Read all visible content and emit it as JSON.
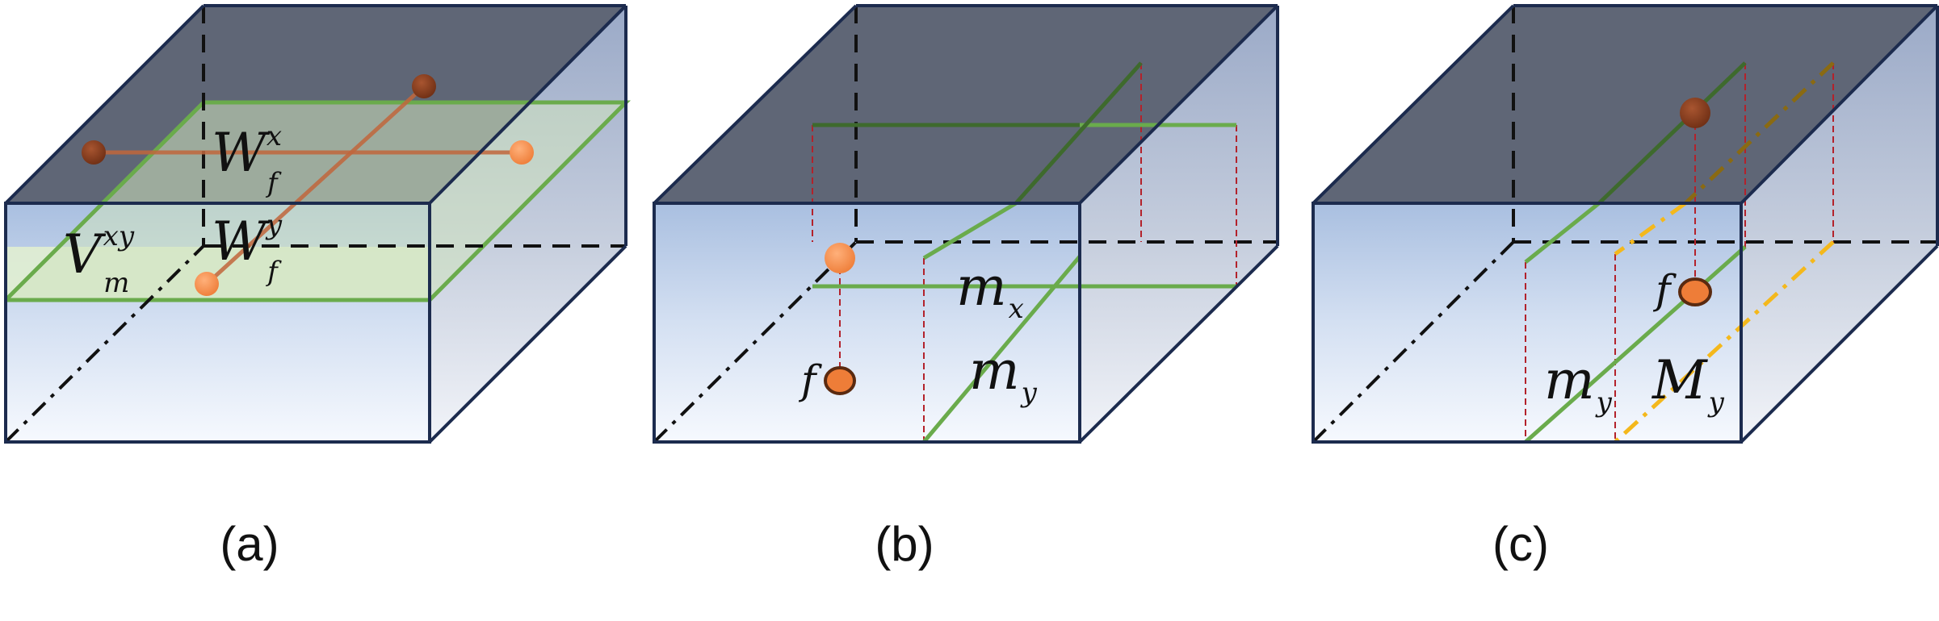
{
  "colors": {
    "top_face": "#636a78",
    "edge": "#1c2b4e",
    "plane_fill": "#dfeed1",
    "plane_edge": "#6aab4c",
    "green_dark": "#3e6a2d",
    "green_light": "#6aab4c",
    "orange": "#ee7d38",
    "brown": "#7a3517",
    "red_dashed": "#b3222b",
    "yellow_dashdot": "#f4b81c"
  },
  "panels": [
    {
      "caption": "(a)",
      "labels": {
        "wfx": {
          "base": "W",
          "sub": "f",
          "sup": "x"
        },
        "wfy": {
          "base": "W",
          "sub": "f",
          "sup": "y"
        },
        "vm": {
          "base": "V",
          "sub": "m",
          "sup": "xy"
        }
      }
    },
    {
      "caption": "(b)",
      "labels": {
        "mx": {
          "base": "m",
          "sub": "x"
        },
        "my": {
          "base": "m",
          "sub": "y"
        },
        "f": "f"
      }
    },
    {
      "caption": "(c)",
      "labels": {
        "my": {
          "base": "m",
          "sub": "y"
        },
        "My": {
          "base": "M",
          "sub": "y"
        },
        "f": "f"
      }
    }
  ]
}
